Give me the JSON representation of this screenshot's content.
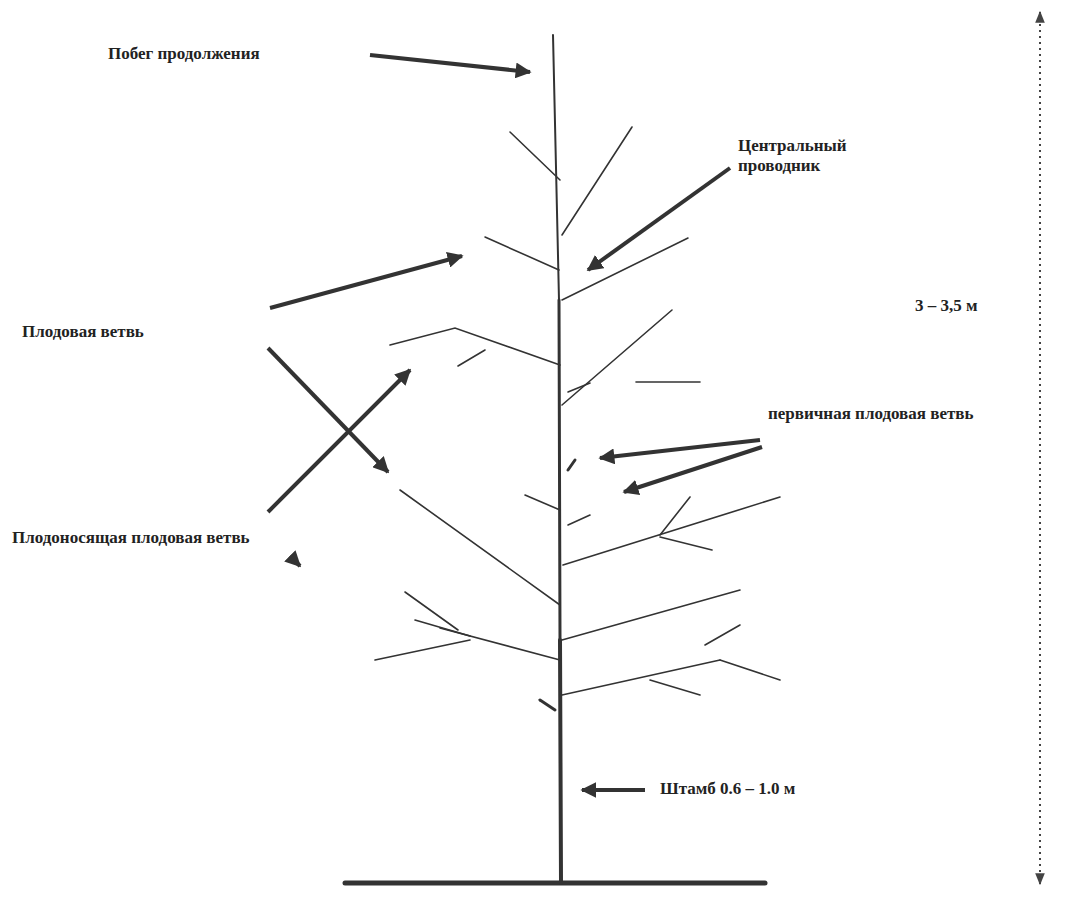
{
  "diagram": {
    "labels": [
      "Побег продолжения",
      "Центральный проводник",
      "Плодовая ветвь",
      "первичная плодовая ветвь",
      "Плодоносящая плодовая ветвь",
      "3 – 3,5 м",
      "Штамб 0.6 – 1.0 м"
    ]
  }
}
